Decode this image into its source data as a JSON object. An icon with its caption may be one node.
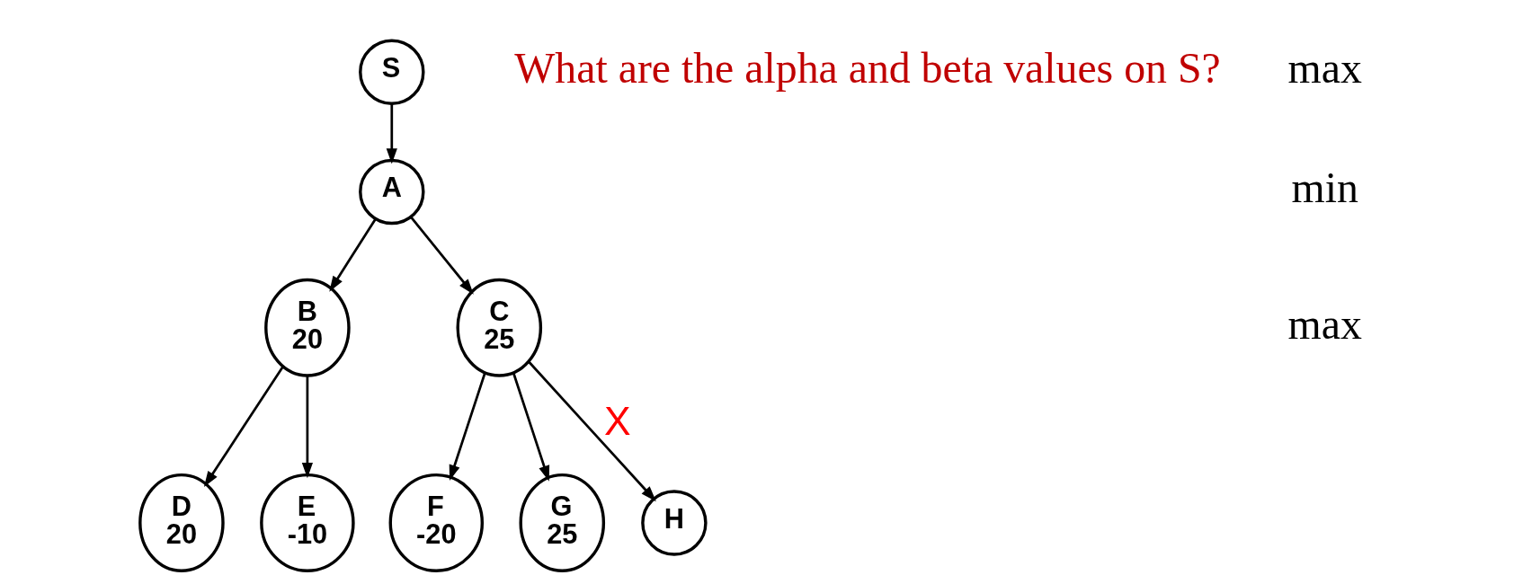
{
  "diagram": {
    "nodes": [
      {
        "text": [
          "S"
        ]
      },
      {
        "text": [
          "A"
        ]
      },
      {
        "text": [
          "B",
          "20"
        ]
      },
      {
        "text": [
          "C",
          "25"
        ]
      },
      {
        "text": [
          "D",
          "20"
        ]
      },
      {
        "text": [
          "E",
          "-10"
        ]
      },
      {
        "text": [
          "F",
          "-20"
        ]
      },
      {
        "text": [
          "G",
          "25"
        ]
      },
      {
        "text": [
          "H"
        ]
      }
    ],
    "edges": [
      {
        "from": 0,
        "to": 1,
        "arrow": "to"
      },
      {
        "from": 1,
        "to": 2,
        "arrow": "to"
      },
      {
        "from": 1,
        "to": 3,
        "arrow": "to"
      },
      {
        "from": 2,
        "to": 4,
        "arrow": "to"
      },
      {
        "from": 2,
        "to": 5,
        "arrow": "to"
      },
      {
        "from": 3,
        "to": 6,
        "arrow": "to"
      },
      {
        "from": 3,
        "to": 7,
        "arrow": "to"
      },
      {
        "from": 3,
        "to": 8,
        "arrow": "to",
        "label": "X"
      }
    ],
    "labels": [
      "max",
      "min",
      "max",
      "What are the alpha and beta values on S?"
    ]
  }
}
